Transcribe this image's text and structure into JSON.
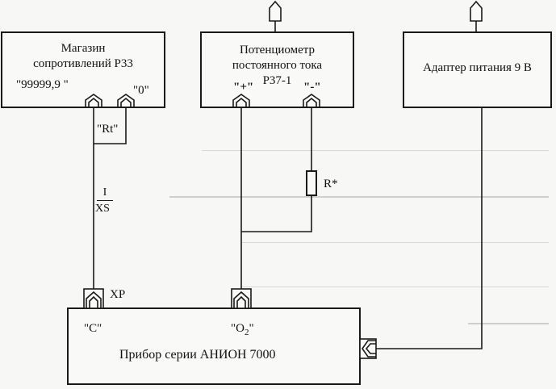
{
  "boxes": {
    "resistance_store": {
      "title_line1": "Магазин",
      "title_line2": "сопротивлений Р33",
      "terminal_left": "\"99999,9  \"",
      "terminal_right": "\"0\""
    },
    "potentiometer": {
      "title_line1": "Потенциометр",
      "title_line2": "постоянного тока",
      "title_line3": "Р37-1",
      "terminal_plus": "\"+\"",
      "terminal_minus": "\"-\""
    },
    "power_adapter": {
      "title": "Адаптер питания 9 В"
    },
    "anion_device": {
      "title": "Прибор серии АНИОН  7000",
      "terminal_c": "\"С\"",
      "terminal_o2_main": "\"О",
      "terminal_o2_sub": "2",
      "terminal_o2_end": "\""
    }
  },
  "labels": {
    "rt": "\"Rt\"",
    "fraction_top": "I",
    "fraction_bottom": "XS",
    "resistor": "R*",
    "xp": "XP"
  },
  "icons": {
    "connector": "chevron-socket-icon",
    "antenna": "pentagon-plug-icon"
  }
}
